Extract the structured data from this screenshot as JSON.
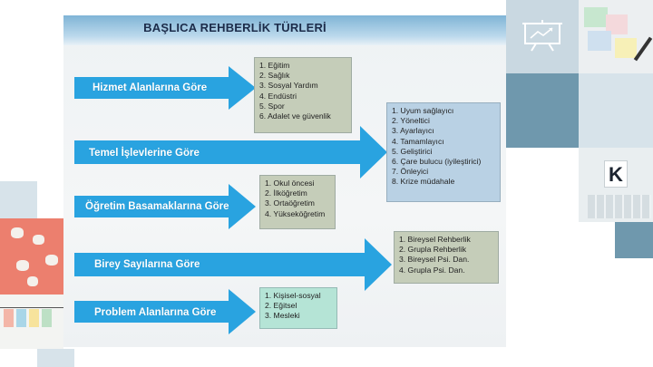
{
  "slide": {
    "title": "BAŞLICA REHBERLİK TÜRLERİ",
    "rows": [
      {
        "label": "Hizmet Alanlarına Göre",
        "items": [
          "1. Eğitim",
          "2. Sağlık",
          "3. Sosyal Yardım",
          "4. Endüstri",
          "5. Spor",
          "6. Adalet ve güvenlik"
        ]
      },
      {
        "label": "Temel İşlevlerine Göre",
        "items": [
          "1. Uyum sağlayıcı",
          "2. Yöneltici",
          "3. Ayarlayıcı",
          "4. Tamamlayıcı",
          "5. Geliştirici",
          "6. Çare bulucu (iyileştirici)",
          "7. Önleyici",
          "8. Krize müdahale"
        ]
      },
      {
        "label": "Öğretim Basamaklarına Göre",
        "items": [
          "1. Okul öncesi",
          "2. İlköğretim",
          "3. Ortaöğretim",
          "4. Yükseköğretim"
        ]
      },
      {
        "label": "Birey Sayılarına Göre",
        "items": [
          "1. Bireysel Rehberlik",
          "2. Grupla Rehberlik",
          "3. Bireysel Psi. Dan.",
          "4. Grupla Psi. Dan."
        ]
      },
      {
        "label": "Problem Alanlarına Göre",
        "items": [
          "1. Kişisel-sosyal",
          "2. Eğitsel",
          "3. Mesleki"
        ]
      }
    ]
  },
  "colors": {
    "arrow": "#29a3e0",
    "box_gray": "#c5cdb9",
    "box_blue": "#b9d1e4",
    "box_green": "#b5e4d6",
    "tile_slate": "#6f98ad",
    "tile_light": "#d7e3ea"
  },
  "icons": {
    "presentation": "presentation-board-icon"
  }
}
